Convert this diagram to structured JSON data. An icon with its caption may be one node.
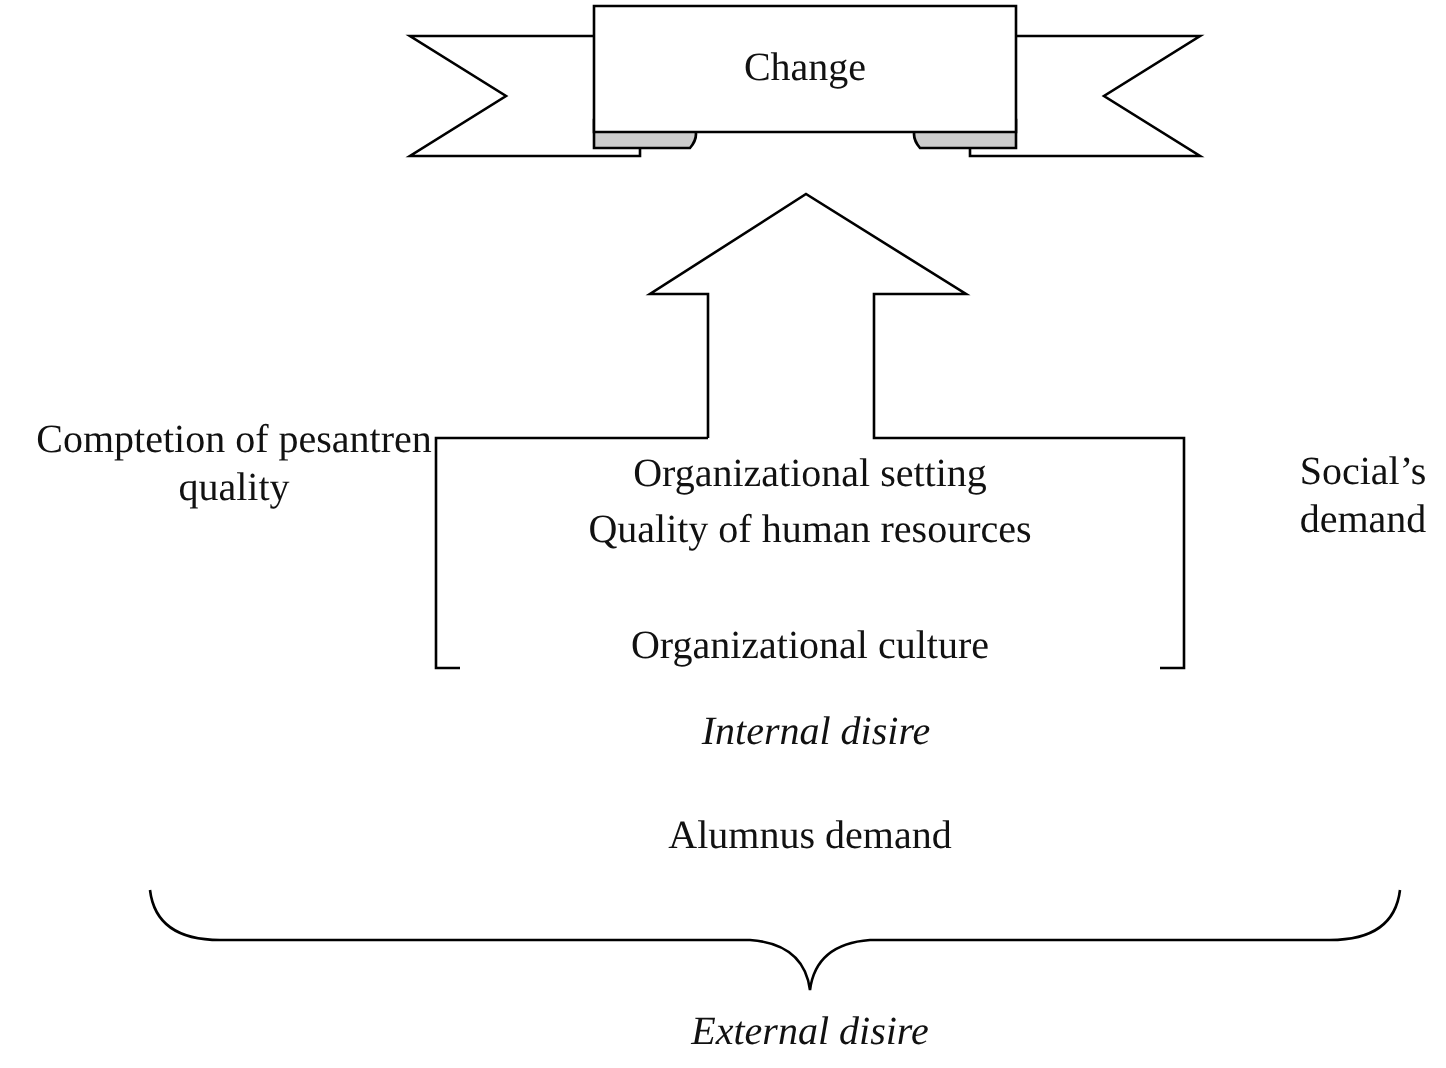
{
  "diagram": {
    "nodes": [
      {
        "text": [
          "Change"
        ]
      },
      {
        "text": [
          "Organizational setting",
          "Quality of human resources",
          "Organizational culture"
        ],
        "beside": [
          "Internal disire"
        ]
      }
    ],
    "labels": [
      "Comptetion of pesantren quality",
      "Social’s demand",
      "Alumnus demand",
      "External disire"
    ]
  }
}
